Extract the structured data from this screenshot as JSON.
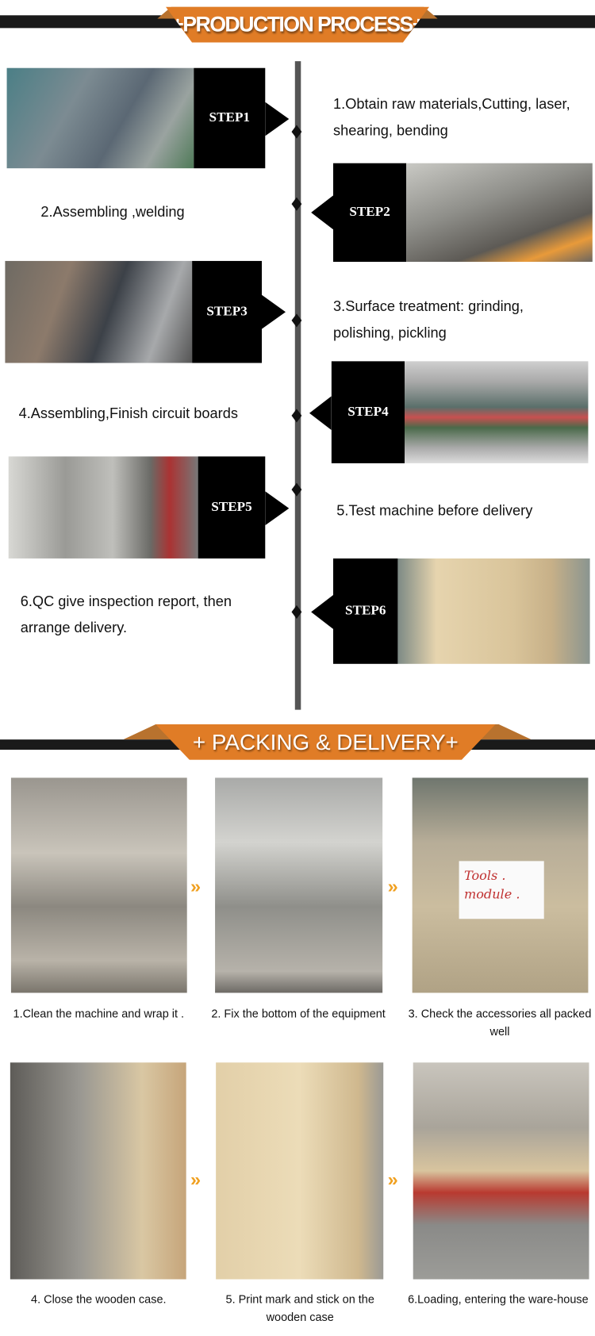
{
  "production": {
    "title": "+PRODUCTION PROCESS+",
    "steps": [
      {
        "label": "STEP1",
        "text": "1.Obtain raw materials,Cutting, laser, shearing, bending"
      },
      {
        "label": "STEP2",
        "text": "2.Assembling ,welding"
      },
      {
        "label": "STEP3",
        "text": "3.Surface treatment: grinding, polishing, pickling"
      },
      {
        "label": "STEP4",
        "text": "4.Assembling,Finish circuit boards"
      },
      {
        "label": "STEP5",
        "text": "5.Test machine before delivery"
      },
      {
        "label": "STEP6",
        "text": "6.QC give inspection report, then arrange delivery."
      }
    ]
  },
  "packing": {
    "title": "+ PACKING & DELIVERY+",
    "items": [
      {
        "caption": "1.Clean the machine and wrap it ."
      },
      {
        "caption": "2. Fix the bottom of the equipment"
      },
      {
        "caption": "3. Check the accessories all packed well",
        "note": "Tools . module ."
      },
      {
        "caption": "4. Close the wooden case."
      },
      {
        "caption": "5.  Print mark and stick on the wooden case"
      },
      {
        "caption": "6.Loading, entering the ware-house"
      }
    ]
  },
  "colors": {
    "accent": "#e07c26",
    "band": "#1a1a1a",
    "arrow": "#f0a020"
  }
}
